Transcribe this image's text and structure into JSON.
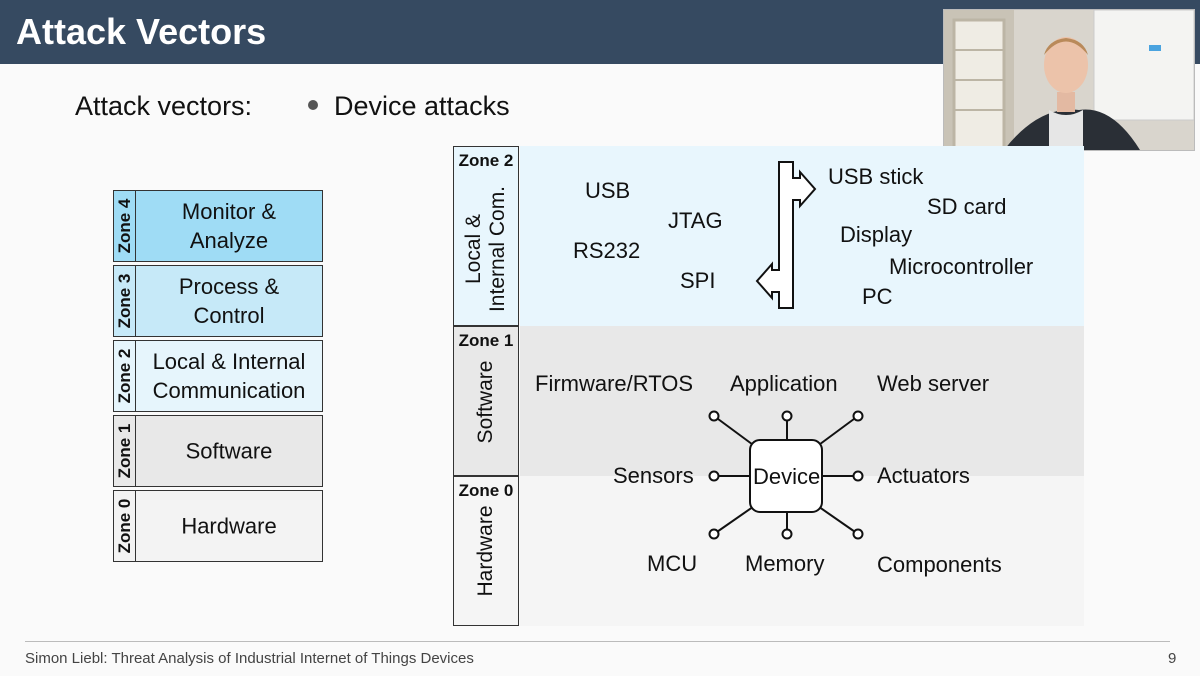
{
  "title": "Attack Vectors",
  "subtitle": "Attack vectors:",
  "bullet": "Device attacks",
  "zones": [
    {
      "tag": "Zone 4",
      "label_l1": "Monitor &",
      "label_l2": "Analyze",
      "color": "#9fdcf5"
    },
    {
      "tag": "Zone 3",
      "label_l1": "Process &",
      "label_l2": "Control",
      "color": "#c6e9f8"
    },
    {
      "tag": "Zone 2",
      "label_l1": "Local & Internal",
      "label_l2": "Communication",
      "color": "#e6f5fc"
    },
    {
      "tag": "Zone 1",
      "label": "Software",
      "color": "#e8e8e8"
    },
    {
      "tag": "Zone 0",
      "label": "Hardware",
      "color": "#f3f3f3"
    }
  ],
  "diagram": {
    "zone2": {
      "tag": "Zone 2",
      "label_l1": "Local &",
      "label_l2": "Internal Com.",
      "color": "#e8f6fd"
    },
    "zone1": {
      "tag": "Zone 1",
      "label": "Software",
      "color": "#e8e8e8"
    },
    "zone0": {
      "tag": "Zone 0",
      "label": "Hardware",
      "color": "#f5f5f5"
    },
    "comm_left": [
      "USB",
      "JTAG",
      "RS232",
      "SPI"
    ],
    "comm_right": [
      "USB stick",
      "SD card",
      "Display",
      "Microcontroller",
      "PC"
    ],
    "software_items": [
      "Firmware/RTOS",
      "Application",
      "Web server"
    ],
    "device": "Device",
    "sensors": "Sensors",
    "actuators": "Actuators",
    "hardware_items": [
      "MCU",
      "Memory",
      "Components"
    ]
  },
  "footer": "Simon Liebl: Threat Analysis of Industrial Internet of Things Devices",
  "page": "9",
  "colors": {
    "titlebar": "#364a61"
  }
}
